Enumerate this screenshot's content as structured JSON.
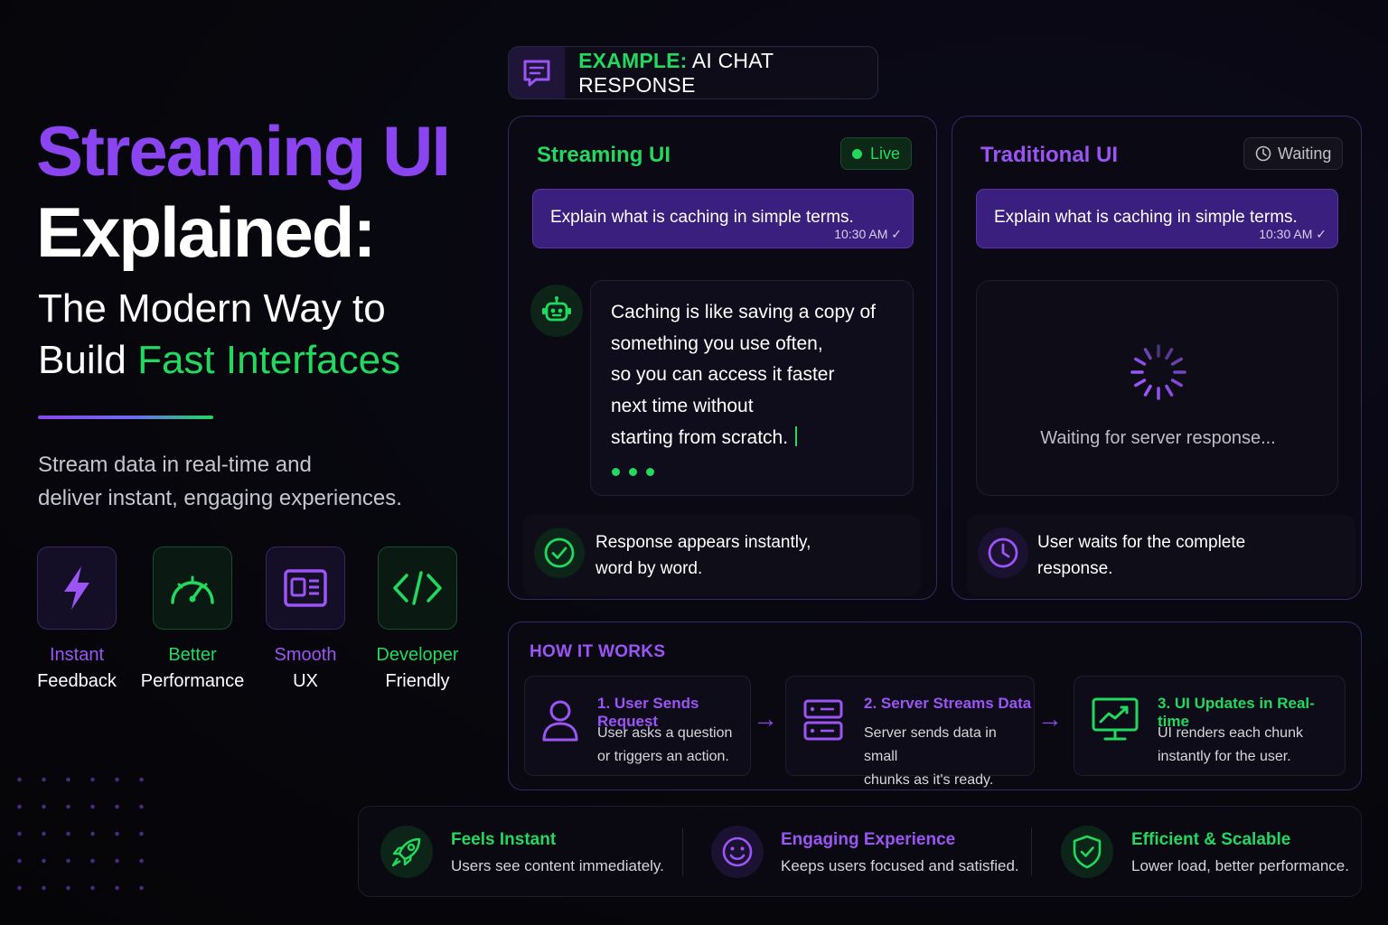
{
  "hero": {
    "title_line1": "Streaming UI",
    "title_line2": "Explained:",
    "subtitle_line1": "The Modern Way to",
    "subtitle_line2_prefix": "Build ",
    "subtitle_line2_highlight": "Fast Interfaces",
    "description_line1": "Stream data in real-time and",
    "description_line2": "deliver instant, engaging experiences."
  },
  "features": [
    {
      "line1": "Instant",
      "line2": "Feedback",
      "icon": "lightning-icon",
      "accent": "#9b55f5"
    },
    {
      "line1": "Better",
      "line2": "Performance",
      "icon": "speedometer-icon",
      "accent": "#22d85e"
    },
    {
      "line1": "Smooth",
      "line2": "UX",
      "icon": "layout-icon",
      "accent": "#9b55f5"
    },
    {
      "line1": "Developer",
      "line2": "Friendly",
      "icon": "code-icon",
      "accent": "#22d85e"
    }
  ],
  "example": {
    "label_highlight": "EXAMPLE:",
    "label_rest": " AI CHAT RESPONSE",
    "icon": "chat-icon"
  },
  "streaming_panel": {
    "title": "Streaming UI",
    "badge": "Live",
    "user_message": "Explain what is caching in simple terms.",
    "message_time": "10:30 AM",
    "answer_lines": [
      "Caching is like saving a copy of",
      "something you use often,",
      "so you can access it faster",
      "next time without",
      "starting from scratch."
    ],
    "note_line1": "Response appears instantly,",
    "note_line2": "word by word."
  },
  "traditional_panel": {
    "title": "Traditional UI",
    "badge": "Waiting",
    "user_message": "Explain what is caching in simple terms.",
    "message_time": "10:30 AM",
    "waiting_text": "Waiting for server response...",
    "note_line1": "User waits for the complete",
    "note_line2": "response."
  },
  "how_it_works": {
    "title": "HOW IT WORKS",
    "steps": [
      {
        "title": "1. User Sends Request",
        "desc1": "User asks a question",
        "desc2": "or triggers an action.",
        "icon": "user-icon"
      },
      {
        "title": "2. Server Streams Data",
        "desc1": "Server sends data in small",
        "desc2": "chunks as it's ready.",
        "icon": "server-icon"
      },
      {
        "title": "3. UI Updates in Real-time",
        "desc1": "UI renders each chunk",
        "desc2": "instantly for the user.",
        "icon": "monitor-chart-icon"
      }
    ]
  },
  "benefits": [
    {
      "title": "Feels Instant",
      "desc": "Users see content immediately.",
      "icon": "rocket-icon"
    },
    {
      "title": "Engaging Experience",
      "desc": "Keeps users focused and satisfied.",
      "icon": "smiley-icon"
    },
    {
      "title": "Efficient & Scalable",
      "desc": "Lower load, better performance.",
      "icon": "shield-check-icon"
    }
  ],
  "colors": {
    "purple": "#8b45f0",
    "green": "#22d85e",
    "background": "#07070d"
  }
}
